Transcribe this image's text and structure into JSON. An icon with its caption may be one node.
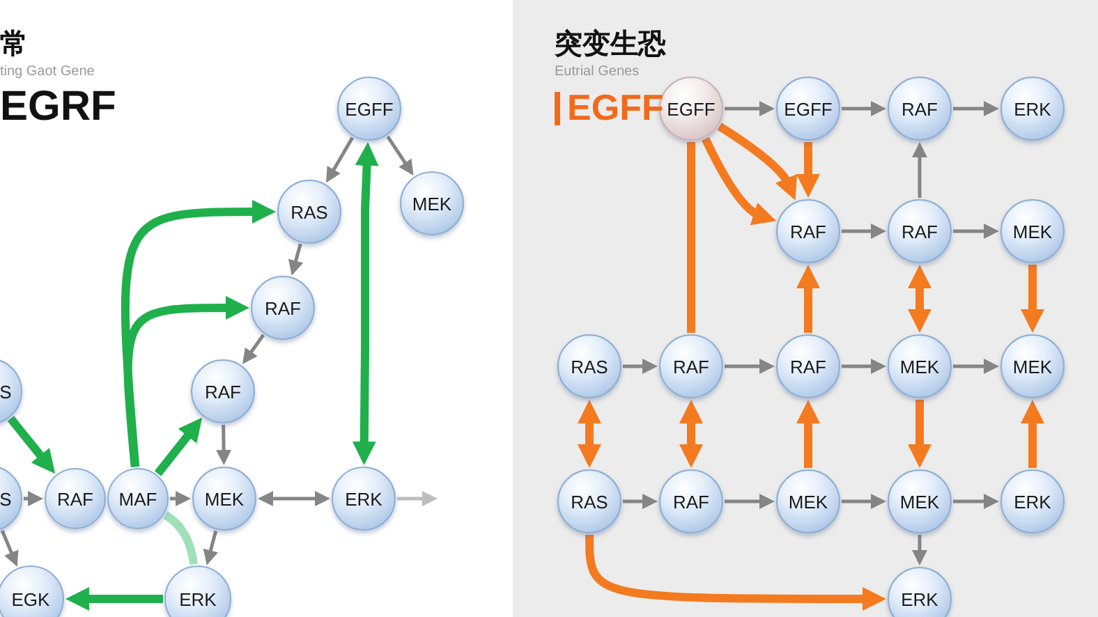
{
  "diagram": {
    "nodes": [
      {
        "text": [
          "EGFF"
        ]
      },
      {
        "text": [
          "RAS"
        ]
      },
      {
        "text": [
          "MEK"
        ]
      },
      {
        "text": [
          "RAF"
        ]
      },
      {
        "text": [
          "RAF"
        ]
      },
      {
        "text": [
          "S"
        ]
      },
      {
        "text": [
          "S"
        ]
      },
      {
        "text": [
          "RAF"
        ]
      },
      {
        "text": [
          "MAF"
        ]
      },
      {
        "text": [
          "MEK"
        ]
      },
      {
        "text": [
          "ERK"
        ]
      },
      {
        "text": [
          "EGK"
        ]
      },
      {
        "text": [
          "ERK"
        ]
      },
      {
        "text": [
          "EGFF"
        ]
      },
      {
        "text": [
          "EGFF"
        ]
      },
      {
        "text": [
          "RAF"
        ]
      },
      {
        "text": [
          "ERK"
        ]
      },
      {
        "text": [
          "RAF"
        ]
      },
      {
        "text": [
          "RAF"
        ]
      },
      {
        "text": [
          "MEK"
        ]
      },
      {
        "text": [
          "RAS"
        ]
      },
      {
        "text": [
          "RAF"
        ]
      },
      {
        "text": [
          "RAF"
        ]
      },
      {
        "text": [
          "MEK"
        ]
      },
      {
        "text": [
          "MEK"
        ]
      },
      {
        "text": [
          "RAS"
        ]
      },
      {
        "text": [
          "RAF"
        ]
      },
      {
        "text": [
          "MEK"
        ]
      },
      {
        "text": [
          "MEK"
        ]
      },
      {
        "text": [
          "ERK"
        ]
      },
      {
        "text": [
          "ERK"
        ]
      }
    ],
    "edges": [
      {
        "from": 0,
        "to": 1,
        "arrow": "to"
      },
      {
        "from": 0,
        "to": 2,
        "arrow": "to"
      },
      {
        "from": 10,
        "to": 0,
        "arrow": "both",
        "style": "thick",
        "color": "#1fb04c"
      },
      {
        "from": 1,
        "to": 3,
        "arrow": "to"
      },
      {
        "from": 3,
        "to": 4,
        "arrow": "to"
      },
      {
        "from": 4,
        "to": 9,
        "arrow": "to"
      },
      {
        "from": 8,
        "to": 1,
        "arrow": "to",
        "style": "thick",
        "color": "#1fb04c"
      },
      {
        "from": 8,
        "to": 3,
        "arrow": "to",
        "style": "thick",
        "color": "#1fb04c"
      },
      {
        "from": 8,
        "to": 4,
        "arrow": "to",
        "style": "thick",
        "color": "#1fb04c"
      },
      {
        "from": 5,
        "to": 7,
        "arrow": "to",
        "style": "thick",
        "color": "#1fb04c"
      },
      {
        "from": 6,
        "to": 7,
        "arrow": "to"
      },
      {
        "from": 8,
        "to": 9,
        "arrow": "to"
      },
      {
        "from": 9,
        "to": 10,
        "arrow": "both"
      },
      {
        "from": 10,
        "to": null,
        "arrow": "to",
        "color": "#bdbdbd"
      },
      {
        "from": 6,
        "to": 11,
        "arrow": "to"
      },
      {
        "from": 9,
        "to": 12,
        "arrow": "to"
      },
      {
        "from": 8,
        "to": 12,
        "arrow": "none",
        "style": "thick",
        "color": "#9fe0b8"
      },
      {
        "from": 12,
        "to": 11,
        "arrow": "to",
        "style": "thick",
        "color": "#1fb04c"
      },
      {
        "from": 13,
        "to": 14,
        "arrow": "to"
      },
      {
        "from": 14,
        "to": 15,
        "arrow": "to"
      },
      {
        "from": 15,
        "to": 16,
        "arrow": "to"
      },
      {
        "from": 13,
        "to": 17,
        "arrow": "to",
        "style": "thick",
        "color": "#f47a20"
      },
      {
        "from": 13,
        "to": 17,
        "arrow": "to",
        "style": "thick",
        "color": "#f47a20"
      },
      {
        "from": 14,
        "to": 17,
        "arrow": "to",
        "style": "thick",
        "color": "#f47a20"
      },
      {
        "from": 18,
        "to": 15,
        "arrow": "to"
      },
      {
        "from": 17,
        "to": 18,
        "arrow": "to"
      },
      {
        "from": 18,
        "to": 19,
        "arrow": "to"
      },
      {
        "from": 13,
        "to": 21,
        "arrow": "none",
        "style": "thick",
        "color": "#f47a20"
      },
      {
        "from": 22,
        "to": 17,
        "arrow": "to",
        "style": "thick",
        "color": "#f47a20"
      },
      {
        "from": 18,
        "to": 23,
        "arrow": "both",
        "style": "thick",
        "color": "#f47a20"
      },
      {
        "from": 19,
        "to": 24,
        "arrow": "to",
        "style": "thick",
        "color": "#f47a20"
      },
      {
        "from": 20,
        "to": 21,
        "arrow": "to"
      },
      {
        "from": 21,
        "to": 22,
        "arrow": "to"
      },
      {
        "from": 22,
        "to": 23,
        "arrow": "to"
      },
      {
        "from": 23,
        "to": 24,
        "arrow": "to"
      },
      {
        "from": 20,
        "to": 25,
        "arrow": "both",
        "style": "thick",
        "color": "#f47a20"
      },
      {
        "from": 21,
        "to": 26,
        "arrow": "both",
        "style": "thick",
        "color": "#f47a20"
      },
      {
        "from": 27,
        "to": 22,
        "arrow": "to",
        "style": "thick",
        "color": "#f47a20"
      },
      {
        "from": 23,
        "to": 28,
        "arrow": "to",
        "style": "thick",
        "color": "#f47a20"
      },
      {
        "from": 29,
        "to": 24,
        "arrow": "to",
        "style": "thick",
        "color": "#f47a20"
      },
      {
        "from": 25,
        "to": 26,
        "arrow": "to"
      },
      {
        "from": 26,
        "to": 27,
        "arrow": "to"
      },
      {
        "from": 27,
        "to": 28,
        "arrow": "to"
      },
      {
        "from": 28,
        "to": 29,
        "arrow": "to"
      },
      {
        "from": 28,
        "to": 30,
        "arrow": "to"
      },
      {
        "from": 25,
        "to": 30,
        "arrow": "to",
        "style": "thick",
        "color": "#f47a20"
      }
    ],
    "labels": [
      "常",
      "ting Gaot Gene",
      "EGRF",
      "突变生恐",
      "Eutrial Genes",
      "EGFF"
    ]
  }
}
